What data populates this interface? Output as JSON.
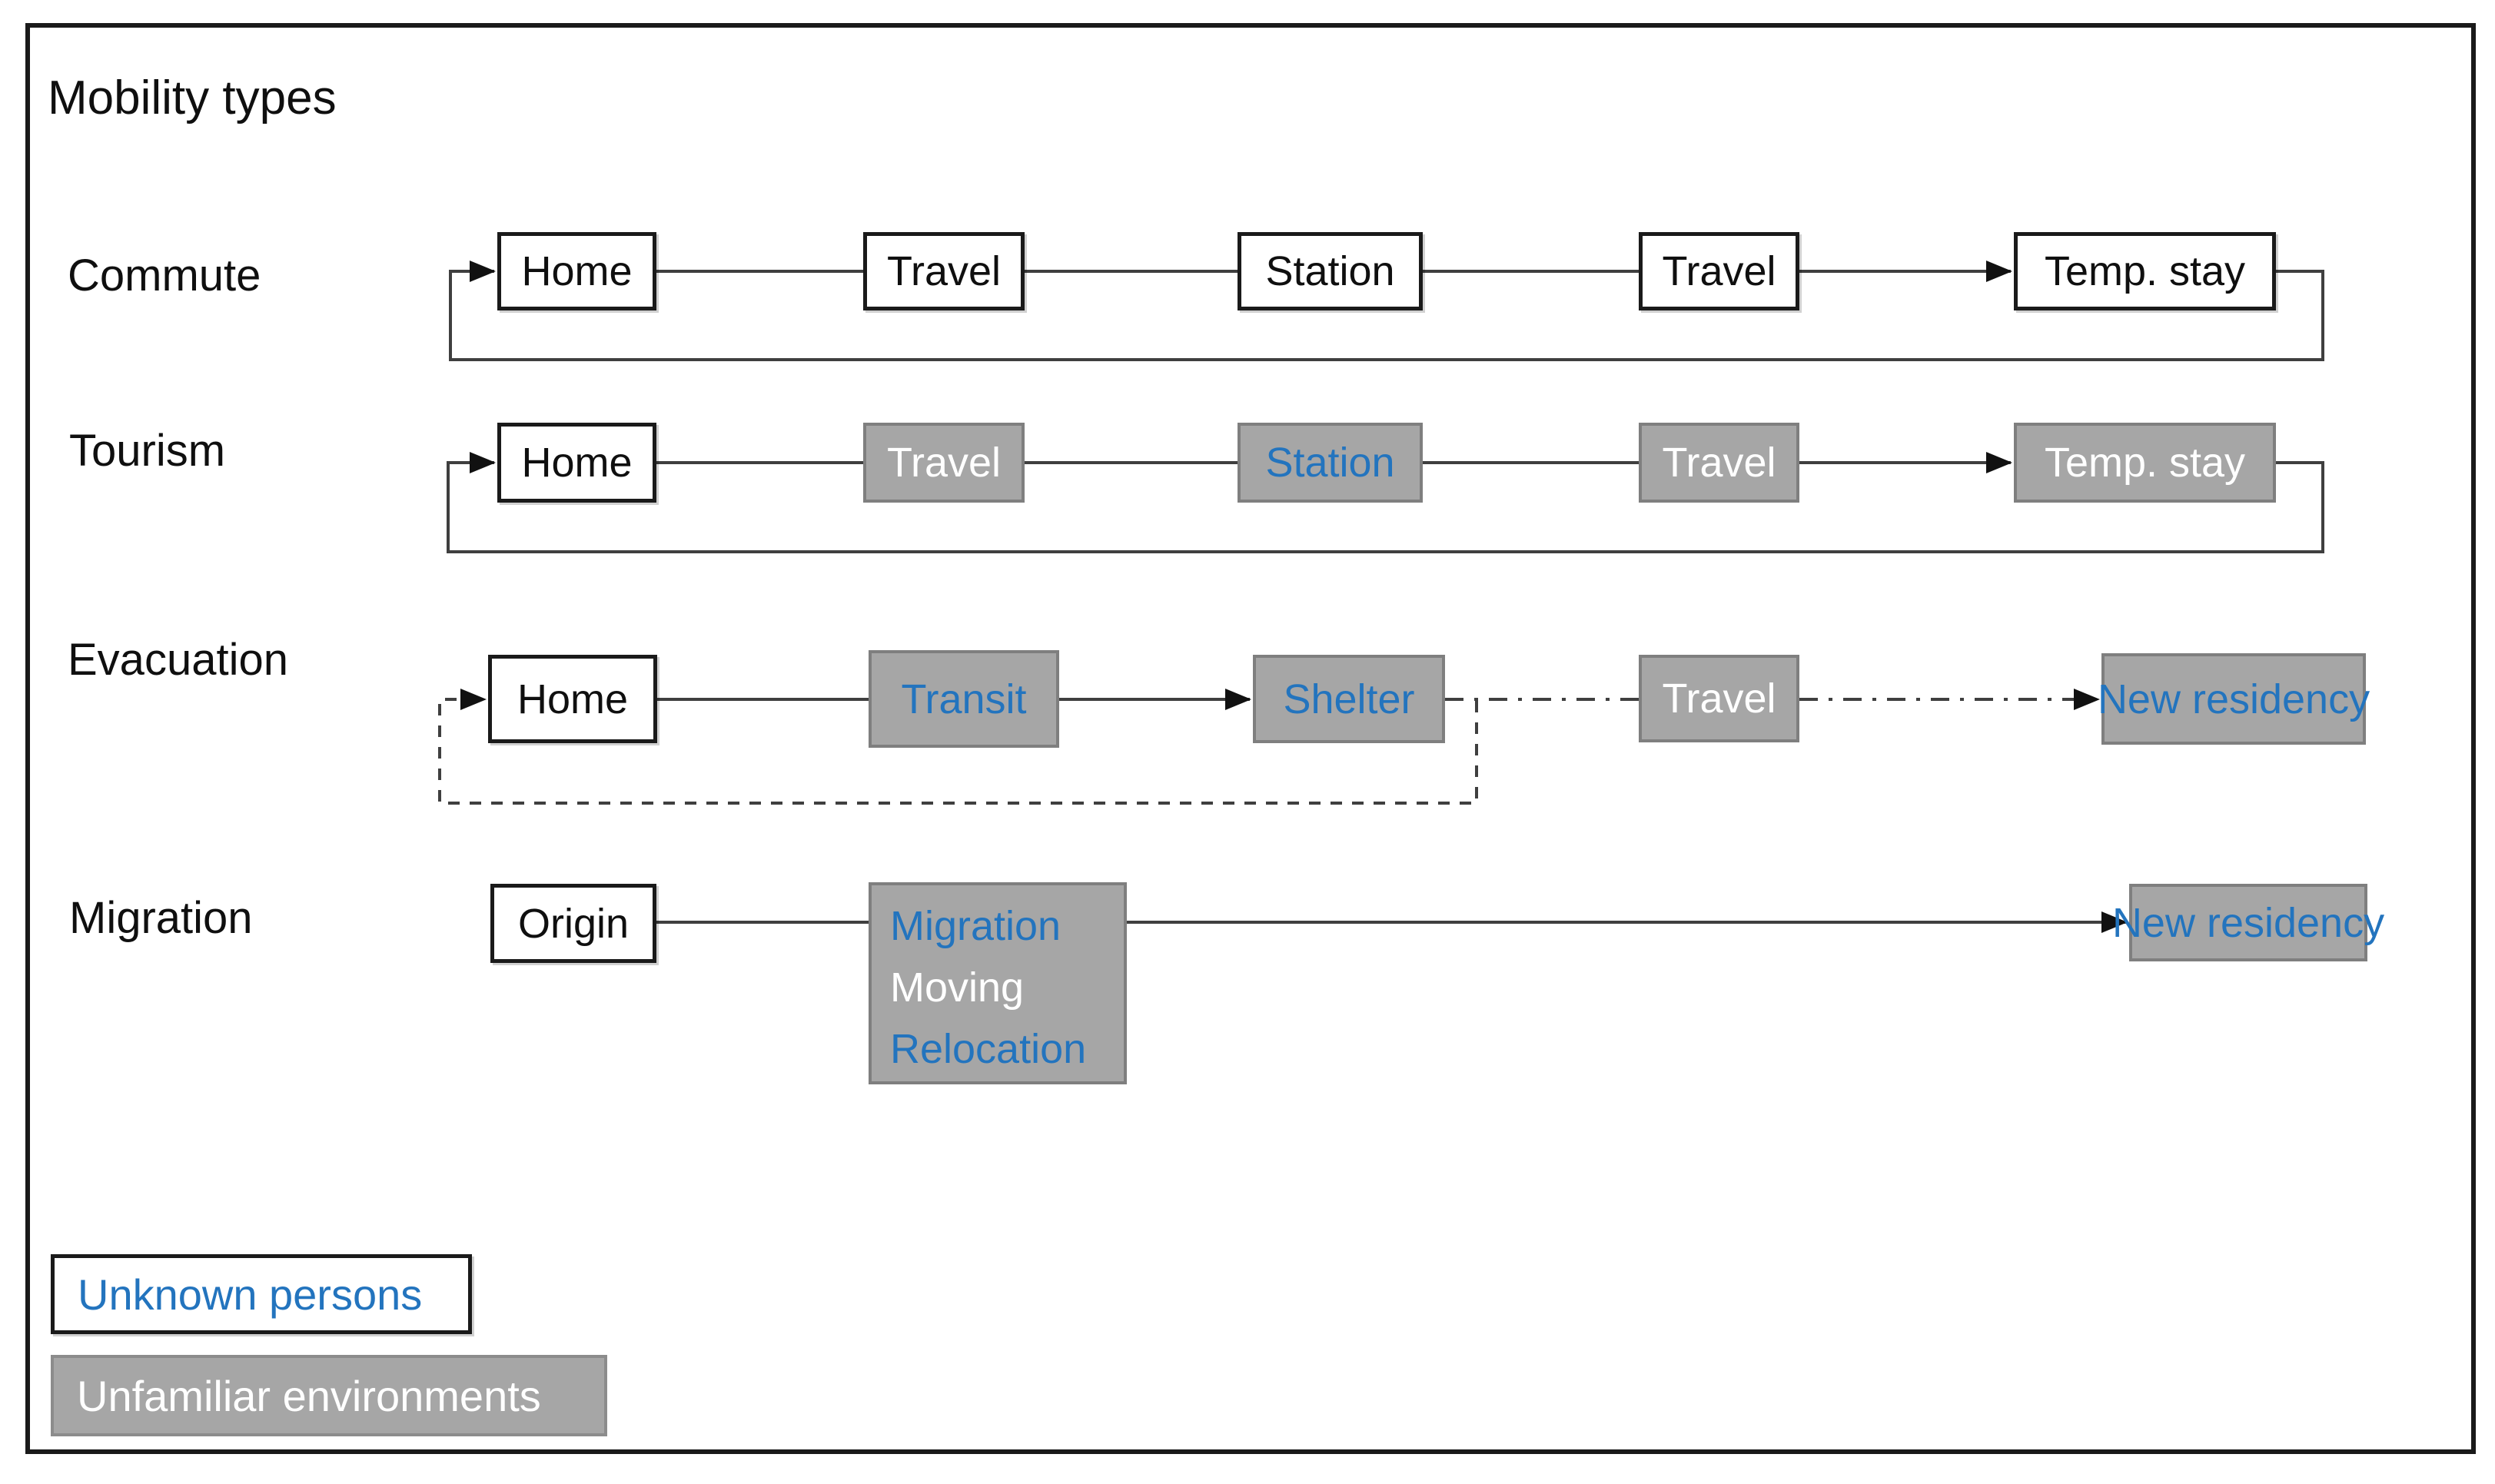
{
  "title": "Mobility types",
  "colors": {
    "accent_blue": "#2374be",
    "box_gray": "#a6a6a6",
    "gray_border": "#7f7f7f",
    "line": "#3f3f3f",
    "black_border": "#1a1a1a"
  },
  "rows": [
    {
      "label": "Commute",
      "boxes": [
        {
          "text": "Home",
          "style": "white"
        },
        {
          "text": "Travel",
          "style": "white"
        },
        {
          "text": "Station",
          "style": "white"
        },
        {
          "text": "Travel",
          "style": "white"
        },
        {
          "text": "Temp. stay",
          "style": "white"
        }
      ],
      "loop": "solid-return-to-home"
    },
    {
      "label": "Tourism",
      "boxes": [
        {
          "text": "Home",
          "style": "white"
        },
        {
          "text": "Travel",
          "style": "gray-white"
        },
        {
          "text": "Station",
          "style": "gray-blue"
        },
        {
          "text": "Travel",
          "style": "gray-white"
        },
        {
          "text": "Temp. stay",
          "style": "gray-white"
        }
      ],
      "loop": "solid-return-to-home"
    },
    {
      "label": "Evacuation",
      "boxes": [
        {
          "text": "Home",
          "style": "white"
        },
        {
          "text": "Transit",
          "style": "gray-blue"
        },
        {
          "text": "Shelter",
          "style": "gray-blue"
        },
        {
          "text": "Travel",
          "style": "gray-white"
        },
        {
          "text": "New residency",
          "style": "gray-blue"
        }
      ],
      "loop": "dashed-return-to-home"
    },
    {
      "label": "Migration",
      "boxes": [
        {
          "text": "Origin",
          "style": "white"
        },
        {
          "style": "gray-multi",
          "lines": [
            {
              "text": "Migration",
              "color": "blue"
            },
            {
              "text": "Moving",
              "color": "white"
            },
            {
              "text": "Relocation",
              "color": "blue"
            }
          ]
        },
        {
          "text": "New residency",
          "style": "gray-blue"
        }
      ],
      "loop": "none"
    }
  ],
  "legend": [
    {
      "text": "Unknown persons",
      "style": "white-box-blue-text"
    },
    {
      "text": "Unfamiliar environments",
      "style": "gray-box-white-text"
    }
  ]
}
